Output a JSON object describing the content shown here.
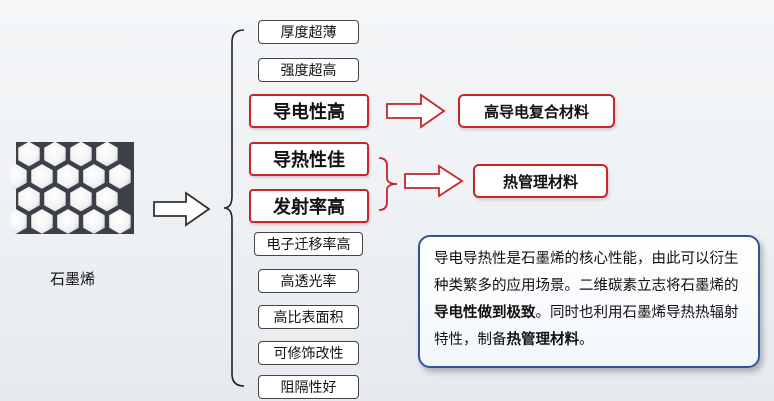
{
  "source": {
    "label": "石墨烯",
    "icon": "graphene-hexagon-lattice-icon"
  },
  "properties": [
    {
      "label": "厚度超薄",
      "highlight": false
    },
    {
      "label": "强度超高",
      "highlight": false
    },
    {
      "label": "导电性高",
      "highlight": true
    },
    {
      "label": "导热性佳",
      "highlight": true
    },
    {
      "label": "发射率高",
      "highlight": true
    },
    {
      "label": "电子迁移率高",
      "highlight": false
    },
    {
      "label": "高透光率",
      "highlight": false
    },
    {
      "label": "高比表面积",
      "highlight": false
    },
    {
      "label": "可修饰改性",
      "highlight": false
    },
    {
      "label": "阻隔性好",
      "highlight": false
    }
  ],
  "applications": {
    "conductive": "高导电复合材料",
    "thermal": "热管理材料"
  },
  "note": {
    "part1": "导电导热性是石墨烯的核心性能，由此可以衍生种类繁多的应用场景。二维碳素立志将石墨烯的",
    "bold1": "导电性做到极致",
    "part2": "。同时也利用石墨烯导热热辐射特性，制备",
    "bold2": "热管理材料",
    "part3": "。"
  },
  "colors": {
    "highlight_red": "#c8242b",
    "note_border": "#2f5597",
    "hexagon_fill": "#ffffff",
    "hexagon_gap": "#3c4149"
  }
}
